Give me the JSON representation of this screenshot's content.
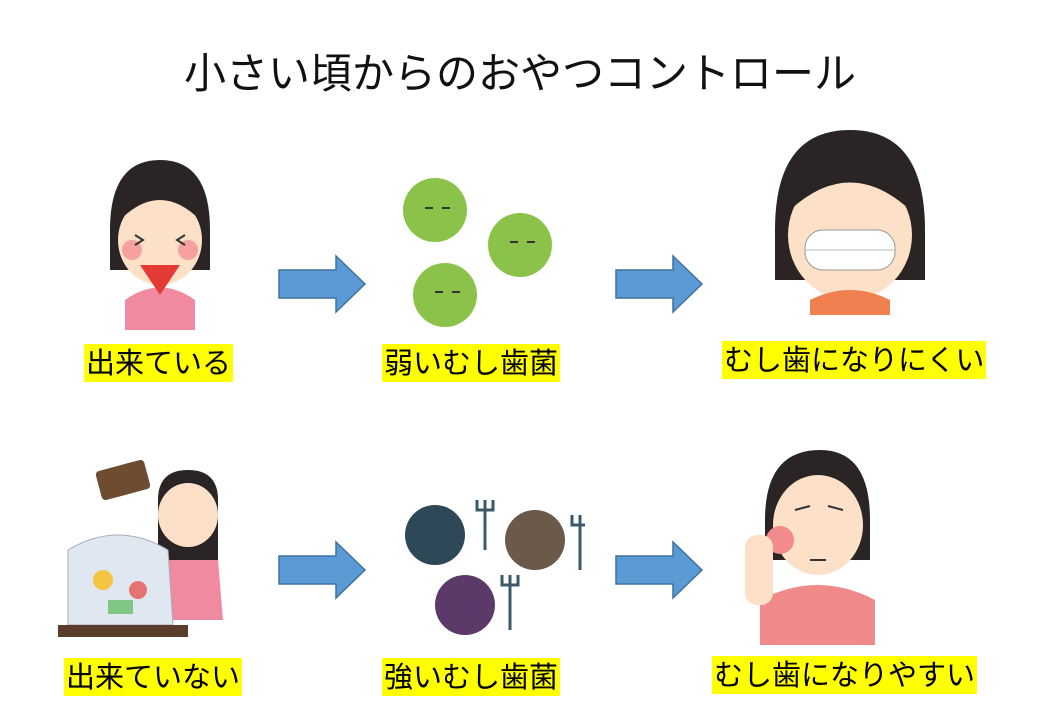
{
  "title": "小さい頃からのおやつコントロール",
  "rows": [
    {
      "start": "出来ている",
      "middle": "弱いむし歯菌",
      "end": "むし歯になりにくい"
    },
    {
      "start": "出来ていない",
      "middle": "強いむし歯菌",
      "end": "むし歯になりやすい"
    }
  ],
  "colors": {
    "arrow": "#5b9bd5",
    "arrow_border": "#41719c",
    "label_bg": "#ffff00"
  }
}
